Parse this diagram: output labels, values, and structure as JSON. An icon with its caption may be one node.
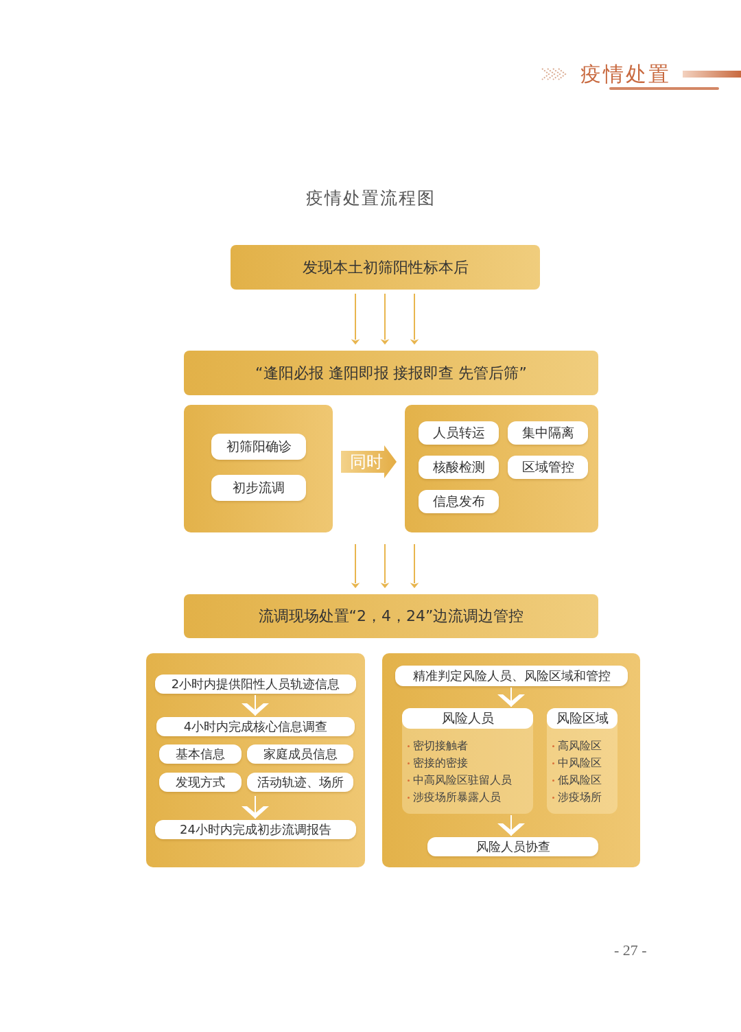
{
  "diagram": {
    "title": "疫情处置流程图",
    "nodes": [
      {
        "text": [
          "发现本土初筛阳性标本后"
        ]
      },
      {
        "text": [
          "“逢阳必报 逢阳即报 接报即查 先管后筛”"
        ]
      },
      {
        "text": [],
        "shape": "box"
      },
      {
        "text": [
          "初筛阳确诊"
        ],
        "in": 2
      },
      {
        "text": [
          "初步流调"
        ],
        "in": 2
      },
      {
        "text": [],
        "shape": "box"
      },
      {
        "text": [
          "人员转运"
        ],
        "in": 5
      },
      {
        "text": [
          "集中隔离"
        ],
        "in": 5
      },
      {
        "text": [
          "核酸检测"
        ],
        "in": 5
      },
      {
        "text": [
          "区域管控"
        ],
        "in": 5
      },
      {
        "text": [
          "信息发布"
        ],
        "in": 5
      },
      {
        "text": [
          "流调现场处置“2，4，24”边流调边管控"
        ]
      },
      {
        "text": [],
        "shape": "box"
      },
      {
        "text": [
          "2小时内提供阳性人员轨迹信息"
        ],
        "in": 12
      },
      {
        "text": [
          "4小时内完成核心信息调查"
        ],
        "in": 12
      },
      {
        "text": [
          "基本信息"
        ],
        "in": 12
      },
      {
        "text": [
          "家庭成员信息"
        ],
        "in": 12
      },
      {
        "text": [
          "发现方式"
        ],
        "in": 12
      },
      {
        "text": [
          "活动轨迹、场所"
        ],
        "in": 12
      },
      {
        "text": [
          "24小时内完成初步流调报告"
        ],
        "in": 12
      },
      {
        "text": [],
        "shape": "box"
      },
      {
        "text": [
          "精准判定风险人员、风险区域和管控"
        ],
        "in": 20
      },
      {
        "text": [
          "风险人员",
          "密切接触者",
          "密接的密接",
          "中高风险区驻留人员",
          "涉疫场所暴露人员"
        ],
        "in": 20
      },
      {
        "text": [
          "风险区域",
          "高风险区",
          "中风险区",
          "低风险区",
          "涉疫场所"
        ],
        "in": 20
      },
      {
        "text": [
          "风险人员协查"
        ],
        "in": 20
      }
    ],
    "edges": [
      {
        "from": 0,
        "to": 1,
        "arrow": "to"
      },
      {
        "from": 0,
        "to": 1,
        "arrow": "to"
      },
      {
        "from": 0,
        "to": 1,
        "arrow": "to"
      },
      {
        "from": 2,
        "to": 5,
        "arrow": "to",
        "label": "同时",
        "style": "thick"
      },
      {
        "from": null,
        "to": 11,
        "arrow": "to"
      },
      {
        "from": null,
        "to": 11,
        "arrow": "to"
      },
      {
        "from": 5,
        "to": 11,
        "arrow": "to"
      },
      {
        "from": 13,
        "to": 14,
        "arrow": "to",
        "color": "#ffffff"
      },
      {
        "from": 18,
        "to": 19,
        "arrow": "to",
        "color": "#ffffff"
      },
      {
        "from": 21,
        "to": 22,
        "arrow": "to",
        "color": "#ffffff"
      },
      {
        "from": 22,
        "to": 24,
        "arrow": "to",
        "color": "#ffffff"
      }
    ],
    "labels": [
      "疫情处置",
      "- 27 -"
    ]
  }
}
